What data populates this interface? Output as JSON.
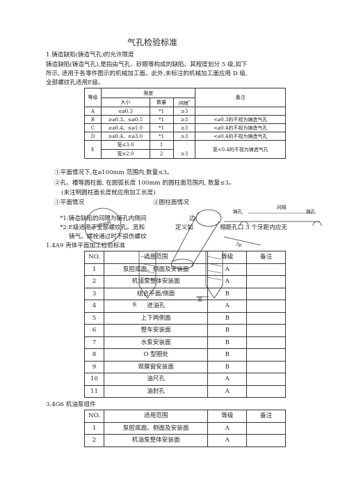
{
  "title": "气孔检验标准",
  "section1": {
    "heading": "1.铸造缺陷(铸造气孔)的允许限度",
    "p1": "铸造缺陷(铸造气孔),是指由气孔、砂眼等构成的缺陷。其程度划分 5 级,如下",
    "p2": "所示, 适用于各零件图示的机械加工面。此外,未标注的机械加工面应用 D 级,",
    "p3": "全部螺纹孔适用E级。"
  },
  "grade_table": {
    "h_grade": "等级",
    "h_limit": "限度",
    "h_note": "备注",
    "h_size": "大小",
    "h_count": "数量",
    "h_gap": "间隔",
    "h_gap_mark": "*",
    "rows": [
      {
        "grade": "A",
        "size": "≤⌀0.3",
        "count": "*1",
        "gap": "≥3",
        "note": ""
      },
      {
        "grade": "B",
        "size": "≥⌀0.3、≤⌀0.5",
        "count": "*1",
        "gap": "≥3",
        "note": "<⌀0.3的不视为铸造气孔"
      },
      {
        "grade": "C",
        "size": "≥⌀0.4、≤⌀1.0",
        "count": "*1",
        "gap": "≥3",
        "note": "<⌀0.4的不视为铸造气孔"
      },
      {
        "grade": "D",
        "size": "≥⌀0.4、≤⌀3.0",
        "count": "*1",
        "gap": "≥3",
        "note": "<⌀0.4的不视为铸造气孔"
      }
    ],
    "rowE": {
      "grade": "E",
      "size1": "宽≤3.0",
      "count1": "1",
      "size2": "宽≤2.0",
      "count2": "2",
      "gap": "≥3",
      "note": "宽<0.4的不视为铸造气孔"
    }
  },
  "notes": {
    "n1": "①平面情况下,在⌀100mm 范围内,数量≤3。",
    "n2": "②孔、槽等圆柱面, 在圆弧长度 100mm 的圆柱面范围内, 数量≤3。",
    "n3": "(未注明圆柱面长度就应用加工长度)",
    "n4a": "①平面情况",
    "n4b": "②圆柱面情况",
    "s1": "*1:铸造缺陷的间隔为铸孔内侧间",
    "s1b": "边。",
    "s2": "*2:E级适用于全部螺纹孔。宽和",
    "s2b": "定义如",
    "s2c": "相距孔口 3 个牙距内应无",
    "s3": "铸气。螺栓通过时不损伤螺纹"
  },
  "diagram": {
    "label_hole1": "铸孔",
    "label_gap": "间隔",
    "label_hole2": "铸孔",
    "label_100": "⌀100mm",
    "label_3p": "3p",
    "label_width": "宽",
    "label_length": "长"
  },
  "section2": {
    "heading": "1.4A9 壳体平面加工检验标准",
    "h_no": "NO.",
    "h_scope": "适用范围",
    "h_grade": "等级",
    "h_note": "备注",
    "rows": [
      {
        "no": "1",
        "scope": "泵腔底面、侧面及安装面",
        "grade": "A"
      },
      {
        "no": "2",
        "scope": "机油泵整体安装面",
        "grade": "A"
      },
      {
        "no": "3",
        "scope": "结合平面/侧面",
        "grade": "B"
      },
      {
        "no": "4",
        "scope": "进油孔",
        "grade": "A"
      },
      {
        "no": "5",
        "scope": "上下两侧面",
        "grade": "B"
      },
      {
        "no": "6",
        "scope": "整车安装面",
        "grade": "B"
      },
      {
        "no": "7",
        "scope": "水泵安装面",
        "grade": "B"
      },
      {
        "no": "8",
        "scope": "O 型圈处",
        "grade": "B"
      },
      {
        "no": "9",
        "scope": "观察窗安装面",
        "grade": "B"
      },
      {
        "no": "10",
        "scope": "油尺孔",
        "grade": "A"
      },
      {
        "no": "11",
        "scope": "油封孔",
        "grade": "A"
      }
    ]
  },
  "section3": {
    "heading": "3.4G6 机油泵组件",
    "h_no": "NO.",
    "h_scope": "适用范围",
    "h_grade": "等级",
    "h_note": "备注",
    "rows": [
      {
        "no": "1",
        "scope": "泵腔底面、侧面及安装面",
        "grade": "A"
      },
      {
        "no": "2",
        "scope": "机油泵整体安装面",
        "grade": "A"
      }
    ]
  }
}
